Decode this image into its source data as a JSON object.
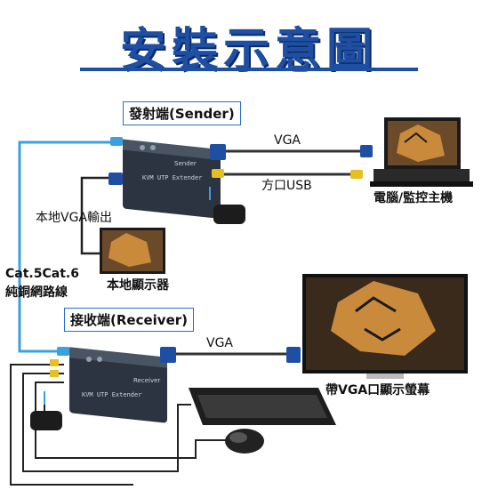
{
  "title": "安裝示意圖",
  "sender_label": "發射端(Sender)",
  "receiver_label": "接收端(Receiver)",
  "vga_top": "VGA",
  "usb_label": "方口USB",
  "computer_label": "電腦/監控主機",
  "local_vga_label": "本地VGA輸出",
  "local_display_label": "本地顯示器",
  "cat_label_line1": "Cat.5Cat.6",
  "cat_label_line2": "純銅網路線",
  "vga_bottom": "VGA",
  "monitor_label": "帶VGA口顯示螢幕",
  "device_text": "KVM UTP Extender",
  "sender_device_tag": "Sender",
  "receiver_device_tag": "Receiver",
  "colors": {
    "accent": "#1e4fa3",
    "cable_blue": "#3aa0e0",
    "device": "#2b3440"
  }
}
